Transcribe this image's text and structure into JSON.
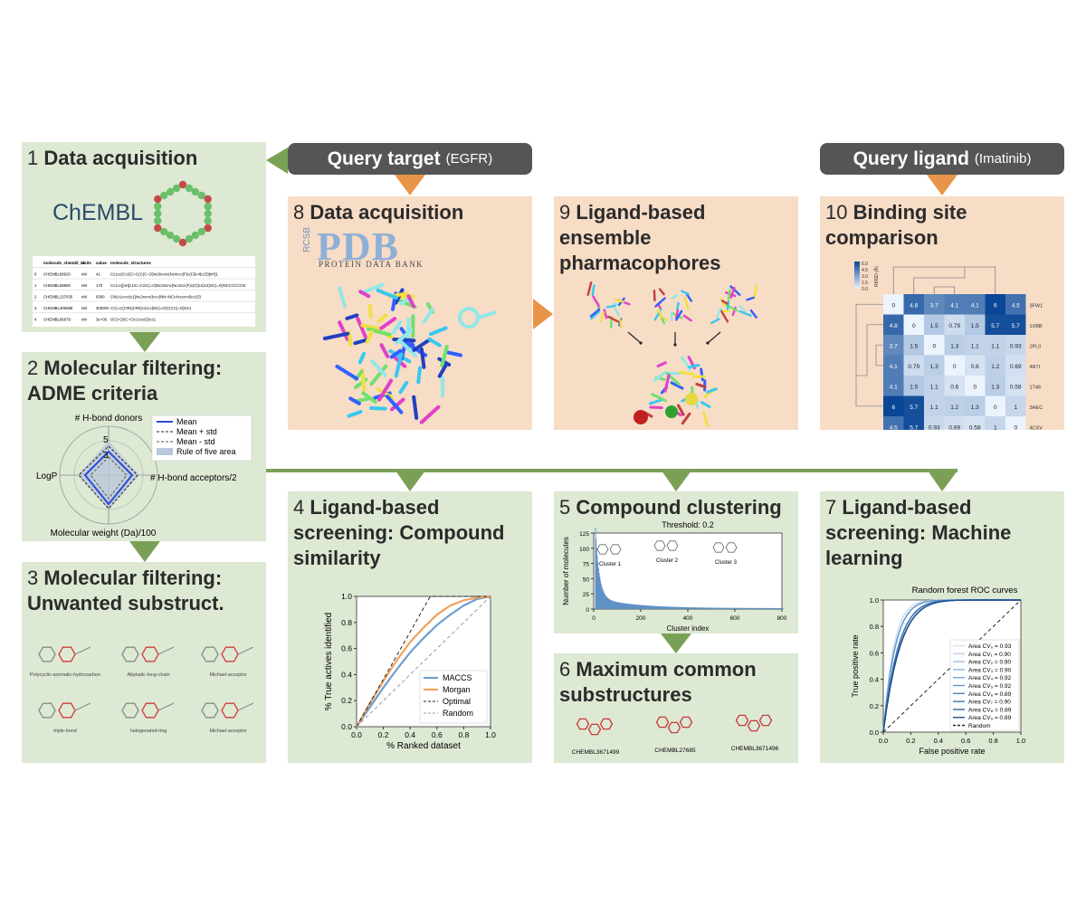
{
  "headers": {
    "query_target": {
      "label": "Query target",
      "sub": "(EGFR)"
    },
    "query_ligand": {
      "label": "Query ligand",
      "sub": "(Imatinib)"
    }
  },
  "panels": {
    "p1": {
      "num": "1",
      "title": "Data acquisition",
      "logo": "ChEMBL"
    },
    "p2": {
      "num": "2",
      "title_l1": "Molecular filtering:",
      "title_l2": "ADME criteria"
    },
    "p3": {
      "num": "3",
      "title_l1": "Molecular filtering:",
      "title_l2": "Unwanted substruct."
    },
    "p4": {
      "num": "4",
      "title_l1": "Ligand-based",
      "title_l2": "screening: Compound",
      "title_l3": "similarity"
    },
    "p5": {
      "num": "5",
      "title": "Compound clustering"
    },
    "p6": {
      "num": "6",
      "title_l1": "Maximum common",
      "title_l2": "substructures"
    },
    "p7": {
      "num": "7",
      "title_l1": "Ligand-based",
      "title_l2": "screening: Machine",
      "title_l3": "learning"
    },
    "p8": {
      "num": "8",
      "title": "Data acquisition",
      "logo_main": "PDB",
      "logo_rcsb": "RCSB",
      "logo_sub": "PROTEIN DATA BANK"
    },
    "p9": {
      "num": "9",
      "title_l1": "Ligand-based",
      "title_l2": "ensemble",
      "title_l3": "pharmacophores"
    },
    "p10": {
      "num": "10",
      "title_l1": "Binding site",
      "title_l2": "comparison"
    }
  },
  "chembl_table": {
    "columns": [
      "",
      "molecule_chembl_id",
      "units",
      "value",
      "molecule_structures"
    ],
    "rows": [
      [
        "0",
        "CHEMBL68920",
        "nM",
        "41",
        "Cc1cc(Cc2)C=C(C(C=O)Nc3ncnc(Nc4ccc(F)c(Cl)c4)c23)[nH]1"
      ],
      [
        "1",
        "CHEMBL69960",
        "nM",
        "170",
        "Cc1cc([nH]c1/C=C1\\C(=O)Nc2ncnc(Nc4ccc(F)c(Cl)c4)c2)SC)=O)NCCCCCCN"
      ],
      [
        "2",
        "CHEMBL137635",
        "nM",
        "9300",
        "CN(c1cccc(c1)Nc2ncnc3ccc(NN=NCc4ccccn4)cc23)"
      ],
      [
        "3",
        "CHEMBL306988",
        "nM",
        "300000",
        "CC(=C(C#N)C#N)c1ccc(NC(=O)C(CC)=O)Oc1"
      ],
      [
        "4",
        "CHEMBL66879",
        "nM",
        "3e+06",
        "OC(=O)/C=C/c1ccc(O)cc1"
      ]
    ]
  },
  "radar": {
    "axes": [
      "# H-bond donors",
      "# H-bond acceptors/2",
      "Molecular weight (Da)/100",
      "LogP"
    ],
    "ticks": [
      "3",
      "5"
    ],
    "legend": [
      "Mean",
      "Mean + std",
      "Mean - std",
      "Rule of five area"
    ]
  },
  "unwanted": [
    "Polycyclic-aromatic-hydrocarbon",
    "Aliphatic-long-chain",
    "Michael-acceptor",
    "triple-bond",
    "halogenated-ring",
    "Michael-acceptor"
  ],
  "cluster_chart": {
    "title": "Threshold: 0.2",
    "xlabel": "Cluster index",
    "ylabel": "Number of molecules",
    "xticks": [
      "0",
      "200",
      "400",
      "600",
      "800"
    ],
    "yticks": [
      "0",
      "25",
      "50",
      "75",
      "100",
      "125"
    ],
    "labels": [
      "Cluster 1",
      "Cluster 2",
      "Cluster 3"
    ]
  },
  "mcs_labels": [
    "CHEMBL3671499",
    "CHEMBL27685",
    "CHEMBL3671496"
  ],
  "heatmap": {
    "labels": [
      "3FW1",
      "1XBB",
      "2PL0",
      "4R7I",
      "1T46",
      "3HEC",
      "4CSV"
    ],
    "values": [
      [
        0,
        4.8,
        3.7,
        4.1,
        4.1,
        6,
        4.5
      ],
      [
        4.8,
        0,
        1.5,
        0.79,
        1.5,
        5.7,
        5.7
      ],
      [
        3.7,
        1.5,
        0,
        1.3,
        1.1,
        1.1,
        0.93
      ],
      [
        4.1,
        0.79,
        1.3,
        0,
        0.6,
        1.2,
        0.69
      ],
      [
        4.1,
        1.5,
        1.1,
        0.6,
        0,
        1.3,
        0.58
      ],
      [
        6,
        5.7,
        1.1,
        1.2,
        1.3,
        0,
        1
      ],
      [
        4.5,
        5.7,
        0.93,
        0.69,
        0.58,
        1,
        0
      ]
    ],
    "cbar_label": "RMSD (Å)",
    "cbar_ticks": [
      "6.0",
      "4.5",
      "3.0",
      "1.5",
      "0.0"
    ]
  },
  "chart_data": [
    {
      "type": "line",
      "xlabel": "% Ranked dataset",
      "ylabel": "% True actives identified",
      "xlim": [
        0,
        1
      ],
      "ylim": [
        0,
        1
      ],
      "xticks": [
        "0.0",
        "0.2",
        "0.4",
        "0.6",
        "0.8",
        "1.0"
      ],
      "yticks": [
        "0.0",
        "0.2",
        "0.4",
        "0.6",
        "0.8",
        "1.0"
      ],
      "legend_position": "lower-right",
      "series": [
        {
          "name": "MACCS",
          "color": "#6d9ecf",
          "x": [
            0,
            0.1,
            0.2,
            0.3,
            0.4,
            0.5,
            0.6,
            0.7,
            0.8,
            0.9,
            1.0
          ],
          "y": [
            0,
            0.15,
            0.3,
            0.44,
            0.57,
            0.68,
            0.78,
            0.86,
            0.93,
            0.98,
            1.0
          ]
        },
        {
          "name": "Morgan",
          "color": "#f0a25c",
          "x": [
            0,
            0.1,
            0.2,
            0.3,
            0.4,
            0.5,
            0.6,
            0.7,
            0.8,
            0.9,
            1.0
          ],
          "y": [
            0,
            0.18,
            0.35,
            0.51,
            0.65,
            0.76,
            0.86,
            0.93,
            0.97,
            0.99,
            1.0
          ]
        },
        {
          "name": "Optimal",
          "color": "#222222",
          "dash": true,
          "x": [
            0,
            0.55,
            1.0
          ],
          "y": [
            0,
            1.0,
            1.0
          ]
        },
        {
          "name": "Random",
          "color": "#999999",
          "dash": true,
          "x": [
            0,
            1.0
          ],
          "y": [
            0,
            1.0
          ]
        }
      ]
    },
    {
      "type": "line",
      "title": "Random forest ROC curves",
      "xlabel": "False positive rate",
      "ylabel": "True positive rate",
      "xlim": [
        0,
        1
      ],
      "ylim": [
        0,
        1
      ],
      "xticks": [
        "0.0",
        "0.2",
        "0.4",
        "0.6",
        "0.8",
        "1.0"
      ],
      "yticks": [
        "0.0",
        "0.2",
        "0.4",
        "0.6",
        "0.8",
        "1.0"
      ],
      "legend_position": "lower-right",
      "series": [
        {
          "name": "Area CV₀ = 0.93",
          "auc": 0.93
        },
        {
          "name": "Area CV₁ = 0.90",
          "auc": 0.9
        },
        {
          "name": "Area CV₂ = 0.90",
          "auc": 0.9
        },
        {
          "name": "Area CV₃ = 0.90",
          "auc": 0.9
        },
        {
          "name": "Area CV₄ = 0.92",
          "auc": 0.92
        },
        {
          "name": "Area CV₅ = 0.92",
          "auc": 0.92
        },
        {
          "name": "Area CV₆ = 0.89",
          "auc": 0.89
        },
        {
          "name": "Area CV₇ = 0.90",
          "auc": 0.9
        },
        {
          "name": "Area CV₈ = 0.89",
          "auc": 0.89
        },
        {
          "name": "Area CV₉ = 0.89",
          "auc": 0.89
        },
        {
          "name": "Random",
          "dash": true
        }
      ]
    }
  ],
  "colors": {
    "green_panel": "#dde9d3",
    "orange_panel": "#f7dcc6",
    "arrow_green": "#7aa056",
    "arrow_orange": "#e8954a",
    "header": "#555555"
  }
}
